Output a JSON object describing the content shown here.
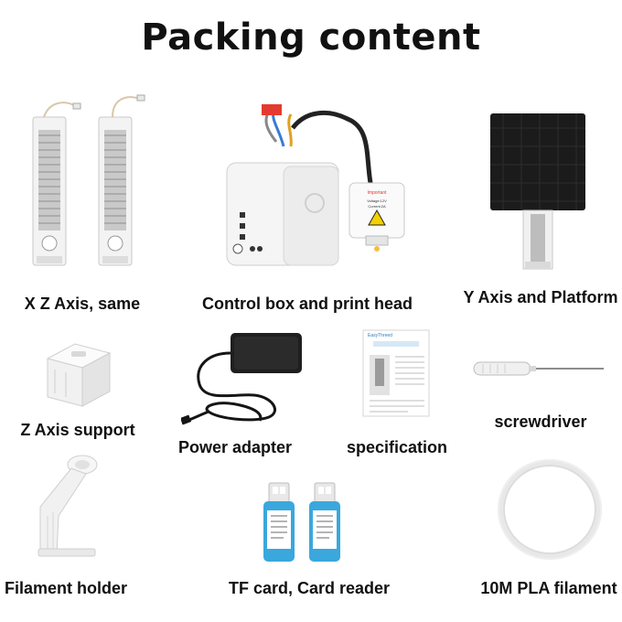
{
  "title": "Packing content",
  "items": [
    {
      "id": "xz-axis",
      "label": "X  Z Axis, same"
    },
    {
      "id": "control-box",
      "label": "Control box and print head"
    },
    {
      "id": "y-axis",
      "label": "Y Axis and Platform"
    },
    {
      "id": "z-axis-support",
      "label": "Z Axis support"
    },
    {
      "id": "power-adapter",
      "label": "Power adapter"
    },
    {
      "id": "specification",
      "label": "specification"
    },
    {
      "id": "screwdriver",
      "label": "screwdriver"
    },
    {
      "id": "filament-holder",
      "label": "Filament holder"
    },
    {
      "id": "tf-card",
      "label": "TF card, Card reader"
    },
    {
      "id": "pla-filament",
      "label": "10M PLA filament"
    }
  ],
  "print_head_sticker": {
    "heading": "Important",
    "lines": [
      "Voltage:12V",
      "Current:2A"
    ]
  },
  "manual_brand": "EasyThreed",
  "card_text": "Please format the TF card and try again when not printing",
  "colors": {
    "accent_red": "#e53a2f",
    "card_blue": "#3aa7dd",
    "platform_black": "#1b1b1b"
  }
}
